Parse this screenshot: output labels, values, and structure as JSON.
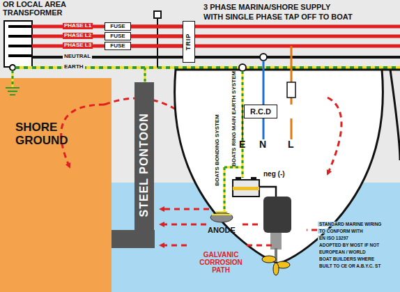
{
  "diagram": {
    "nodes": [
      {
        "text": [
          "OR LOCAL AREA TRANSFORMER"
        ]
      },
      {
        "text": [
          "FUSE"
        ]
      },
      {
        "text": [
          "FUSE"
        ]
      },
      {
        "text": [
          "FUSE"
        ]
      },
      {
        "text": [
          "TRIP"
        ]
      },
      {
        "text": [
          "SHORE GROUND"
        ]
      },
      {
        "text": [
          "STEEL PONTOON"
        ]
      },
      {
        "text": [
          "R.C.D"
        ]
      }
    ],
    "edges": [
      {
        "from": 1,
        "to": 4,
        "arrow": "none"
      },
      {
        "from": 2,
        "to": 4,
        "arrow": "none"
      },
      {
        "from": 3,
        "to": 4,
        "arrow": "none"
      }
    ],
    "labels": [
      "PHASE L1",
      "PHASE L2",
      "PHASE L3",
      "NEUTRAL",
      "EARTH",
      "3 PHASE MARINA/SHORE SUPPLY",
      "WITH SINGLE PHASE TAP OFF TO BOAT",
      "BOATS BONDING SYSTEM",
      "BOATS RING MAIN EARTH SYSTEM",
      "E",
      "N",
      "L",
      "neg (-)",
      "ANODE",
      "GALVANIC CORROSION PATH",
      "STANDARD MARINE WIRING",
      "TO CONFORM WITH",
      "EN ISO 13297",
      "ADOPTED BY MOST IF NOT",
      "EUROPEAN / WORLD",
      "BOAT BUILDERS WHERE",
      "BUILT TO CE OR A.B.Y.C. ST"
    ]
  }
}
